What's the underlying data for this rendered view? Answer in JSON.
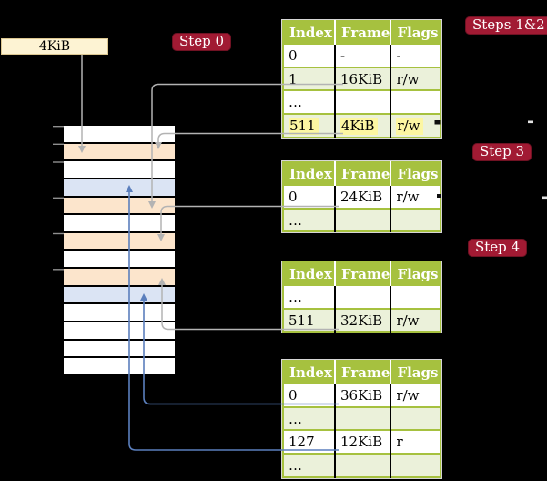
{
  "legend": {
    "label": "4KiB"
  },
  "steps": {
    "step0": "Step 0",
    "steps12": "Steps 1&2",
    "step3": "Step 3",
    "step4": "Step 4"
  },
  "memory": {
    "description": "physical memory frames, top to bottom",
    "frames": [
      "white",
      "orange",
      "white",
      "blue",
      "orange",
      "white",
      "orange",
      "white",
      "orange",
      "blue",
      "white",
      "white",
      "white",
      "white"
    ]
  },
  "tables": [
    {
      "headers": [
        "Index",
        "Frame",
        "Flags"
      ],
      "rows": [
        {
          "cells": [
            "0",
            "-",
            "-"
          ]
        },
        {
          "cells": [
            "1",
            "16KiB",
            "r/w"
          ]
        },
        {
          "cells": [
            "…",
            "",
            ""
          ]
        },
        {
          "cells": [
            "511",
            "4KiB",
            "r/w"
          ],
          "highlighted": true
        }
      ]
    },
    {
      "headers": [
        "Index",
        "Frame",
        "Flags"
      ],
      "rows": [
        {
          "cells": [
            "0",
            "24KiB",
            "r/w"
          ]
        },
        {
          "cells": [
            "…",
            "",
            ""
          ]
        }
      ]
    },
    {
      "headers": [
        "Index",
        "Frame",
        "Flags"
      ],
      "rows": [
        {
          "cells": [
            "…",
            "",
            ""
          ]
        },
        {
          "cells": [
            "511",
            "32KiB",
            "r/w"
          ]
        }
      ]
    },
    {
      "headers": [
        "Index",
        "Frame",
        "Flags"
      ],
      "rows": [
        {
          "cells": [
            "0",
            "36KiB",
            "r/w"
          ]
        },
        {
          "cells": [
            "…",
            "",
            ""
          ]
        },
        {
          "cells": [
            "127",
            "12KiB",
            "r"
          ]
        },
        {
          "cells": [
            "…",
            "",
            ""
          ]
        }
      ]
    }
  ],
  "colors": {
    "green": "#a6c13f",
    "shade": "#ebf1da",
    "yellow": "#fcf6a2",
    "red": "#a11a33",
    "cream": "#fdf3d3",
    "orange": "#fce5cc",
    "bluerow": "#dbe4f4",
    "grayline": "#b3b3b3",
    "blueline": "#5b7fbd"
  }
}
